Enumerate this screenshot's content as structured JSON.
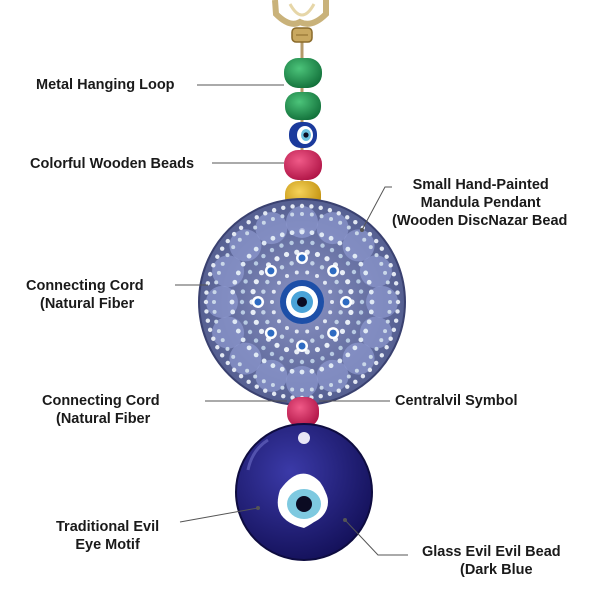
{
  "labels": {
    "hanging_loop": "Metal Hanging Loop",
    "wooden_beads": "Colorful Wooden Beads",
    "pendant_line1": "Small Hand-Painted",
    "pendant_line2": "Mandula Pendant",
    "pendant_line3": "(Wooden DiscNazar Bead",
    "cord_top_line1": "Connecting Cord",
    "cord_top_line2": "(Natural Fiber",
    "cord_bottom_line1": "Connecting Cord",
    "cord_bottom_line2": "(Natural Fiber",
    "central_symbol": "Centralvil Symbol",
    "evil_eye_line1": "Traditional Evil",
    "evil_eye_line2": "Eye Motif",
    "glass_bead_line1": "Glass Evil Evil Bead",
    "glass_bead_line2": "(Dark Blue"
  },
  "colors": {
    "cord": "#b49a6a",
    "bead_green": "#1e8a4a",
    "bead_pink": "#d8245e",
    "bead_yellow": "#e2b21c",
    "bead_eye_blue": "#1b3a9c",
    "mandala_bg": "#6e78a8",
    "mandala_dot": "#c9d7e8",
    "glass_blue": "#1c1a7a",
    "eye_light_blue": "#7ec9e0",
    "leader_line": "#555555"
  }
}
